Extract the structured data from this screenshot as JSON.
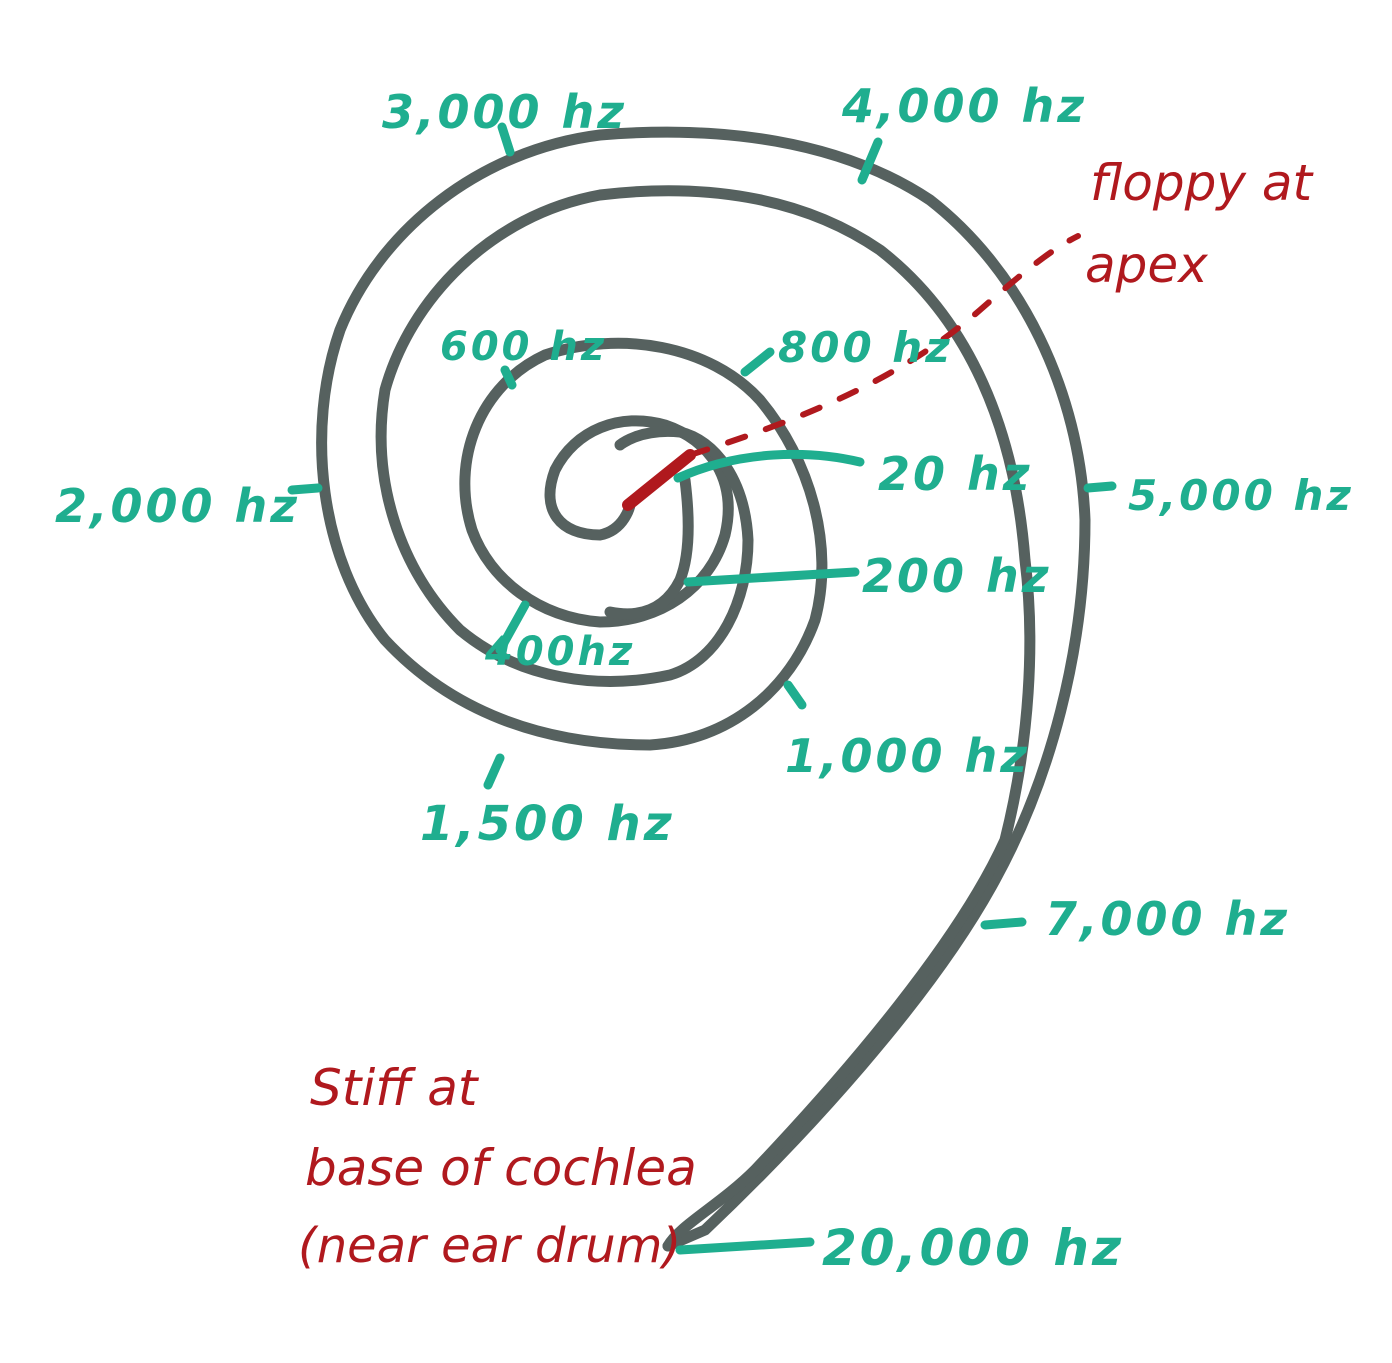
{
  "colors": {
    "outline": "#56615f",
    "frequency": "#1fae8f",
    "annotation": "#b0191e",
    "background": "#ffffff"
  },
  "frequency_labels": {
    "f20": "20 hz",
    "f200": "200 hz",
    "f400": "400hz",
    "f600": "600 hz",
    "f800": "800 hz",
    "f1000": "1,000 hz",
    "f1500": "1,500 hz",
    "f2000": "2,000 hz",
    "f3000": "3,000 hz",
    "f4000": "4,000 hz",
    "f5000": "5,000 hz",
    "f7000": "7,000 hz",
    "f20000": "20,000 hz"
  },
  "annotations": {
    "apex_line1": "floppy at",
    "apex_line2": "apex",
    "base_line1": "Stiff at",
    "base_line2": "base of cochlea",
    "base_line3": "(near ear drum)"
  }
}
